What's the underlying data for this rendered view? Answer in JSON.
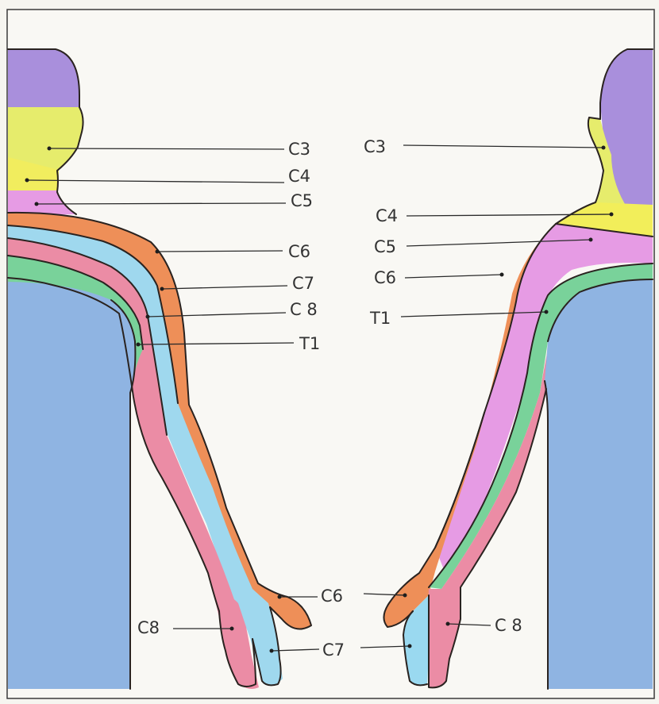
{
  "diagram": {
    "colors": {
      "head": "#a98fdc",
      "C3": "#e8ee6a",
      "C4": "#f2ef5a",
      "C5": "#e79ae6",
      "C6": "#ee8f58",
      "C7": "#9fd8ee",
      "C8": "#ec8ca4",
      "T1": "#79d29a",
      "torso": "#8fb4e2",
      "hand_c6": "#ef8f52",
      "hand_c7": "#9ad9f0",
      "hand_c8": "#e98aa2",
      "paper": "#f7f6f1"
    },
    "left_labels": [
      "C3",
      "C4",
      "C5",
      "C6",
      "C7",
      "C 8",
      "T1"
    ],
    "right_labels": [
      "C3",
      "C4",
      "C5",
      "C6",
      "T1"
    ],
    "hand_labels": {
      "c6": "C6",
      "c7": "C7",
      "c8_left": "C8",
      "c8_right": "C 8"
    }
  }
}
